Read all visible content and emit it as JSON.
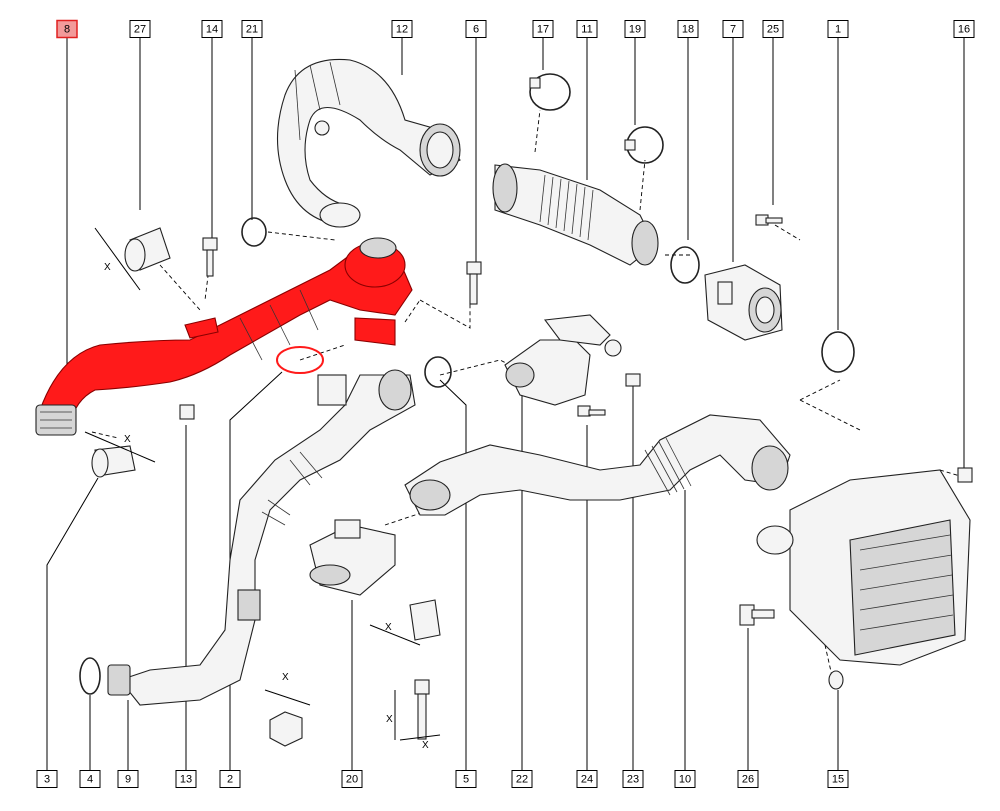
{
  "diagram": {
    "highlight_color": "#ff1a1a",
    "callouts_top": [
      "8",
      "27",
      "14",
      "21",
      "12",
      "6",
      "17",
      "11",
      "19",
      "18",
      "7",
      "25",
      "1",
      "16"
    ],
    "callouts_bottom": [
      "3",
      "4",
      "9",
      "13",
      "2",
      "20",
      "5",
      "22",
      "24",
      "23",
      "10",
      "26",
      "15"
    ],
    "highlighted_part": "8",
    "dimension_mark": "X"
  }
}
